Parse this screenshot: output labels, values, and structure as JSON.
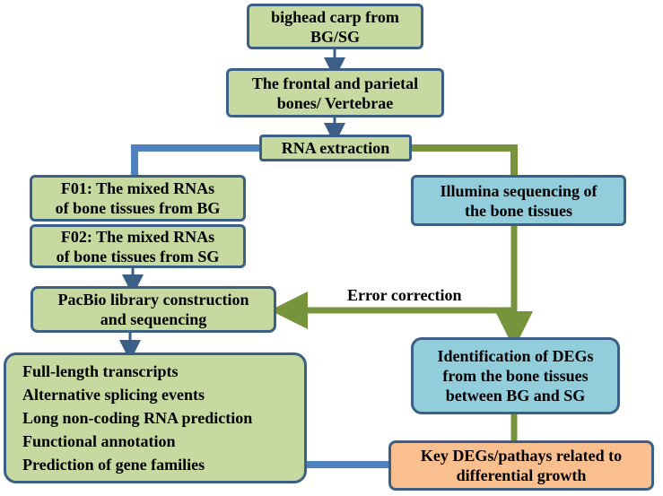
{
  "colors": {
    "border": "#3b5f86",
    "green_box": "#c6d9a0",
    "blue_box": "#92cddc",
    "orange_box": "#f9bf8f",
    "blue_connector": "#4f81bd",
    "green_connector": "#77933c"
  },
  "nodes": {
    "bighead": {
      "lines": [
        "bighead carp from",
        "BG/SG"
      ]
    },
    "bones": {
      "lines": [
        "The frontal and parietal",
        "bones/ Vertebrae"
      ]
    },
    "rna": {
      "lines": [
        "RNA extraction"
      ]
    },
    "f01": {
      "lines": [
        "F01: The mixed RNAs",
        "of bone tissues from BG"
      ]
    },
    "f02": {
      "lines": [
        "F02: The mixed RNAs",
        "of bone tissues from SG"
      ]
    },
    "pacbio": {
      "lines": [
        "PacBio library construction",
        "and sequencing"
      ]
    },
    "results": {
      "lines": [
        "Full-length transcripts",
        "Alternative splicing events",
        "Long non-coding RNA prediction",
        "Functional annotation",
        "Prediction of gene families"
      ]
    },
    "illumina": {
      "lines": [
        "Illumina sequencing of",
        "the bone tissues"
      ]
    },
    "degs": {
      "lines": [
        "Identification of DEGs",
        "from the bone tissues",
        "between BG and SG"
      ]
    },
    "key": {
      "lines": [
        "Key DEGs/pathays related to",
        "differential growth"
      ]
    }
  },
  "labels": {
    "error_correction": "Error correction"
  }
}
